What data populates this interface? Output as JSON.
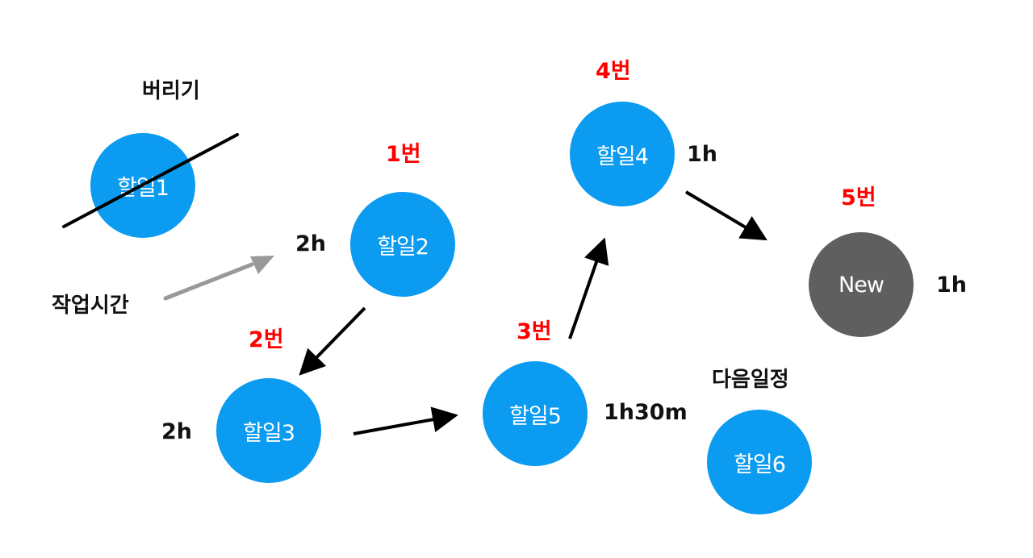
{
  "colors": {
    "task": "#0b9bf0",
    "new": "#5f5f5f",
    "order": "#ff0000",
    "text": "#111111",
    "legend_arrow": "#999999",
    "arrow": "#000000"
  },
  "tasks": [
    {
      "id": "task1",
      "label": "할일1"
    },
    {
      "id": "task2",
      "label": "할일2"
    },
    {
      "id": "task3",
      "label": "할일3"
    },
    {
      "id": "task4",
      "label": "할일4"
    },
    {
      "id": "task5",
      "label": "할일5"
    },
    {
      "id": "task6",
      "label": "할일6"
    },
    {
      "id": "new",
      "label": "New"
    }
  ],
  "orders": {
    "o1": "1번",
    "o2": "2번",
    "o3": "3번",
    "o4": "4번",
    "o5": "5번"
  },
  "durations": {
    "task2": "2h",
    "task3": "2h",
    "task5": "1h30m",
    "task4": "1h",
    "new": "1h"
  },
  "notes": {
    "discard": "버리기",
    "work_time": "작업시간",
    "next_schedule": "다음일정"
  }
}
